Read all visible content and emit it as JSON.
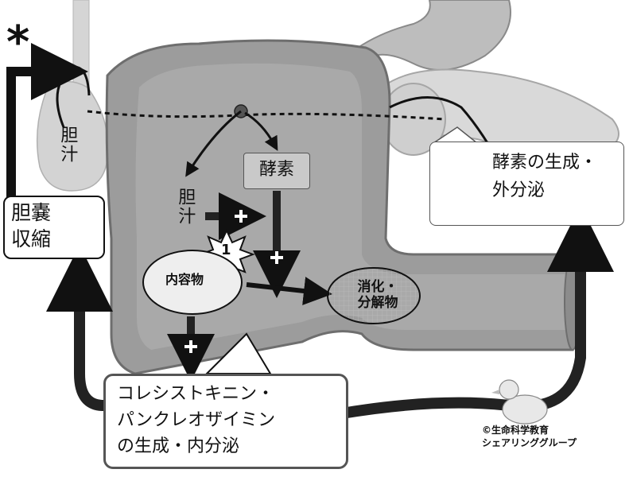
{
  "marker": "*",
  "gallbladder_label": "胆汁",
  "gallbladder_contraction": "胆嚢\n収縮",
  "enzyme_label": "酵素",
  "bile_label": "胆汁",
  "plus_sign": "+",
  "badge_number": "1",
  "contents_label": "内容物",
  "digestion_label": "消化・\n分解物",
  "pancreas_note": "酵素の生成・\n外分泌",
  "hormone_note": "コレシストキニン・\nパンクレオザイミン\nの生成・内分泌",
  "credit": "©生命科学教育\nシェアリンググループ",
  "colors": {
    "dark": "#111111",
    "organ": "#9a9a9a",
    "organ_light": "#cfcfcf",
    "organ_border": "#7a7a7a"
  }
}
